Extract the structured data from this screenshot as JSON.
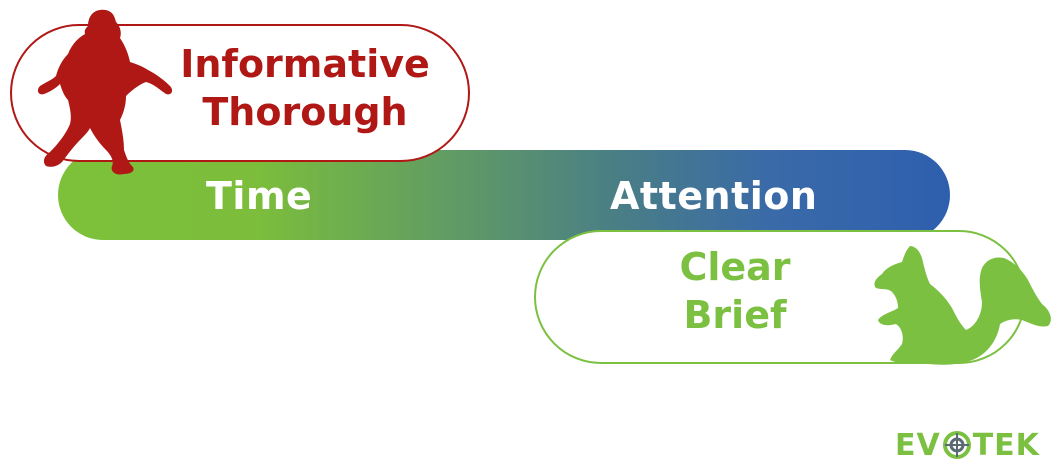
{
  "bar": {
    "left_label": "Time",
    "right_label": "Attention"
  },
  "top_pill": {
    "line1": "Informative",
    "line2": "Thorough",
    "color": "#b01816",
    "figure": "bigfoot-icon"
  },
  "bottom_pill": {
    "line1": "Clear",
    "line2": "Brief",
    "color": "#7cc042",
    "figure": "squirrel-icon"
  },
  "logo": {
    "text_left": "EV",
    "text_right": "TEK"
  },
  "colors": {
    "gradient_start": "#7dc03a",
    "gradient_end": "#2e5fae"
  }
}
